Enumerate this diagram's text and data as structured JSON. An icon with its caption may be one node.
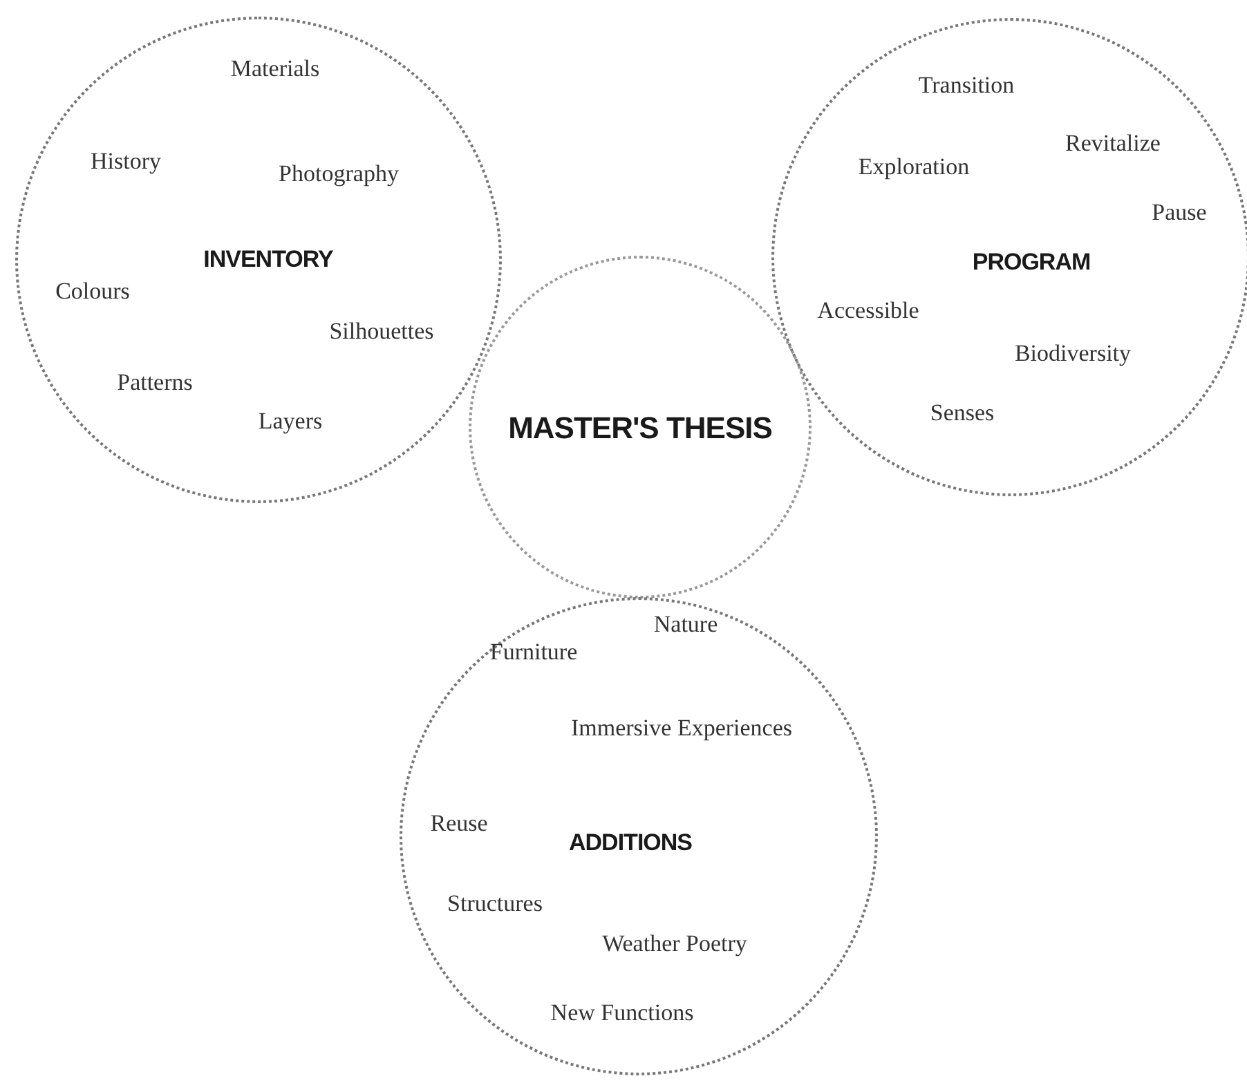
{
  "diagram": {
    "nodes": [
      {
        "text": [
          "INVENTORY",
          "Materials",
          "History",
          "Photography",
          "Colours",
          "Silhouettes",
          "Patterns",
          "Layers"
        ]
      },
      {
        "text": [
          "PROGRAM",
          "Transition",
          "Revitalize",
          "Exploration",
          "Pause",
          "Accessible",
          "Biodiversity",
          "Senses"
        ]
      },
      {
        "text": [
          "MASTER'S THESIS"
        ]
      },
      {
        "text": [
          "ADDITIONS",
          "Nature",
          "Furniture",
          "Immersive Experiences",
          "Reuse",
          "Structures",
          "Weather Poetry",
          "New Functions"
        ]
      }
    ]
  }
}
